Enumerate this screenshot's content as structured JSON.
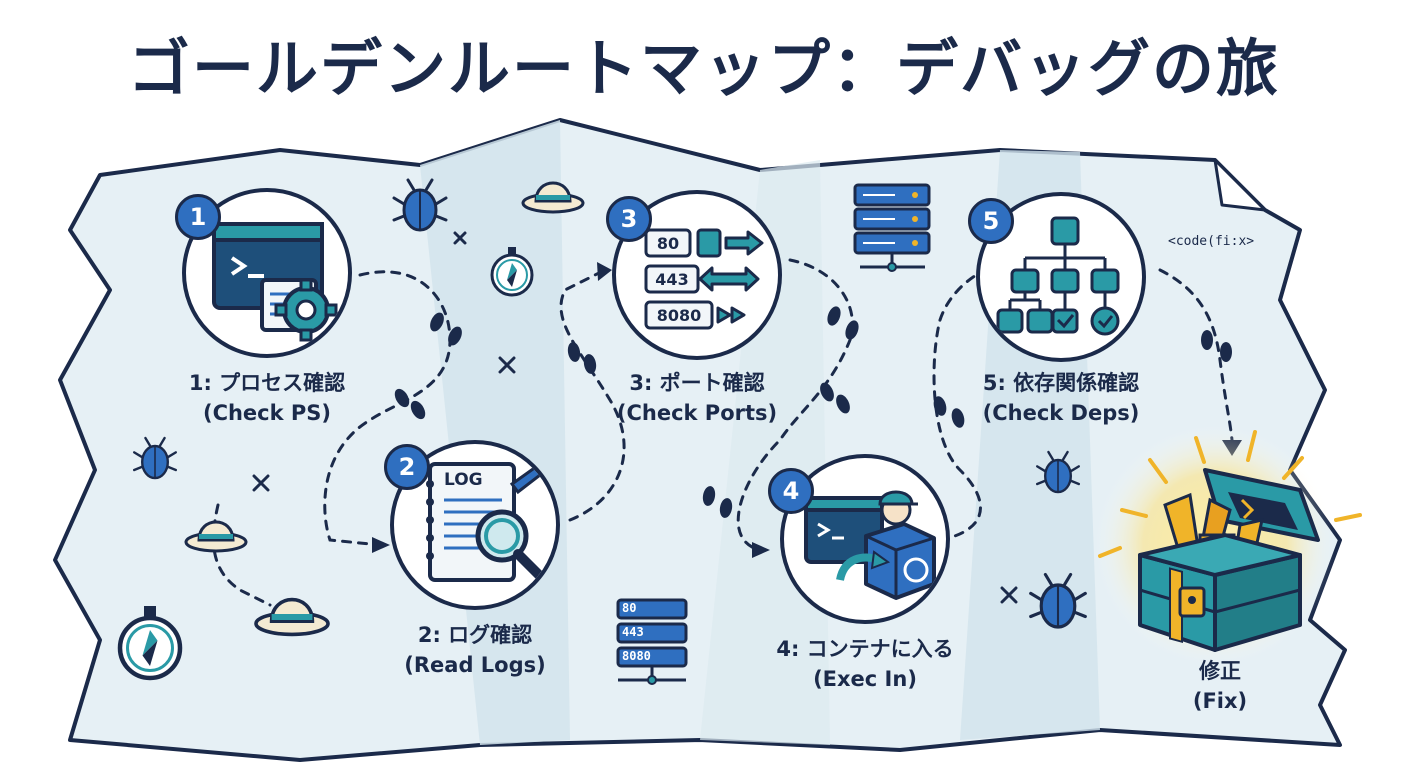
{
  "title": "ゴールデンルートマップ：デバッグの旅",
  "steps": [
    {
      "number": "1",
      "label_ja": "1: プロセス確認",
      "label_en": "(Check PS)"
    },
    {
      "number": "2",
      "label_ja": "2: ログ確認",
      "label_en": "(Read Logs)",
      "log_text": "LOG"
    },
    {
      "number": "3",
      "label_ja": "3: ポート確認",
      "label_en": "(Check Ports)",
      "ports": [
        "80",
        "443",
        "8080"
      ]
    },
    {
      "number": "4",
      "label_ja": "4: コンテナに入る",
      "label_en": "(Exec In)"
    },
    {
      "number": "5",
      "label_ja": "5: 依存関係確認",
      "label_en": "(Check Deps)"
    }
  ],
  "fix": {
    "label_ja": "修正",
    "label_en": "(Fix)"
  },
  "code_snippet": "<code(fi:x>",
  "server_ports": [
    "80",
    "443",
    "8080"
  ],
  "colors": {
    "navy": "#1b2a4a",
    "blue": "#2f6fc0",
    "teal": "#2a9aa6",
    "map": "#e6f0f5",
    "map_fold": "#d2e4ec",
    "gold": "#f0b429"
  },
  "icons": [
    "bug-icon",
    "explorer-hat-icon",
    "compass-icon",
    "footprints-icon",
    "x-mark-icon",
    "server-rack-icon",
    "treasure-chest-icon"
  ]
}
